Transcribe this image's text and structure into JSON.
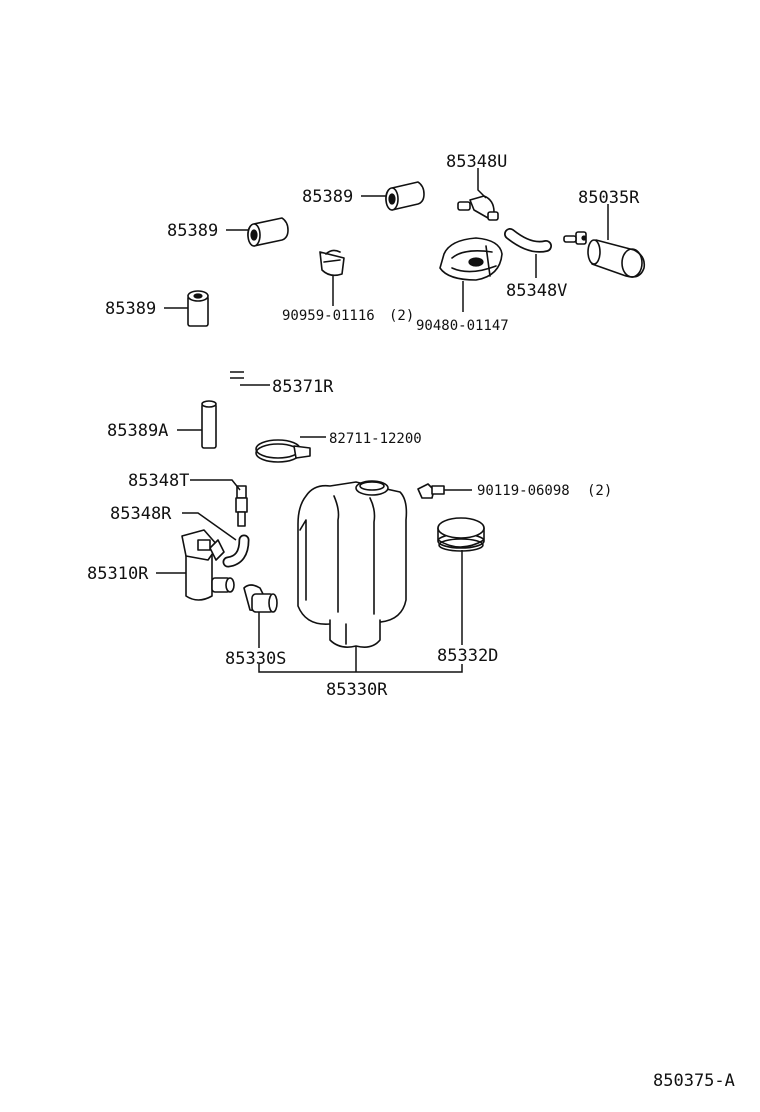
{
  "diagram_id": "850375-A",
  "labels": {
    "p85348U": "85348U",
    "p85389a": "85389",
    "p85035R": "85035R",
    "p85389b": "85389",
    "p85348V": "85348V",
    "p85389c": "85389",
    "p90959": "90959-01116",
    "p90959_qty": "(2)",
    "p90480": "90480-01147",
    "p85371R": "85371R",
    "p85389A": "85389A",
    "p82711": "82711-12200",
    "p85348T": "85348T",
    "p90119": "90119-06098",
    "p90119_qty": "(2)",
    "p85348R": "85348R",
    "p85310R": "85310R",
    "p85330S": "85330S",
    "p85332D": "85332D",
    "p85330R": "85330R"
  }
}
